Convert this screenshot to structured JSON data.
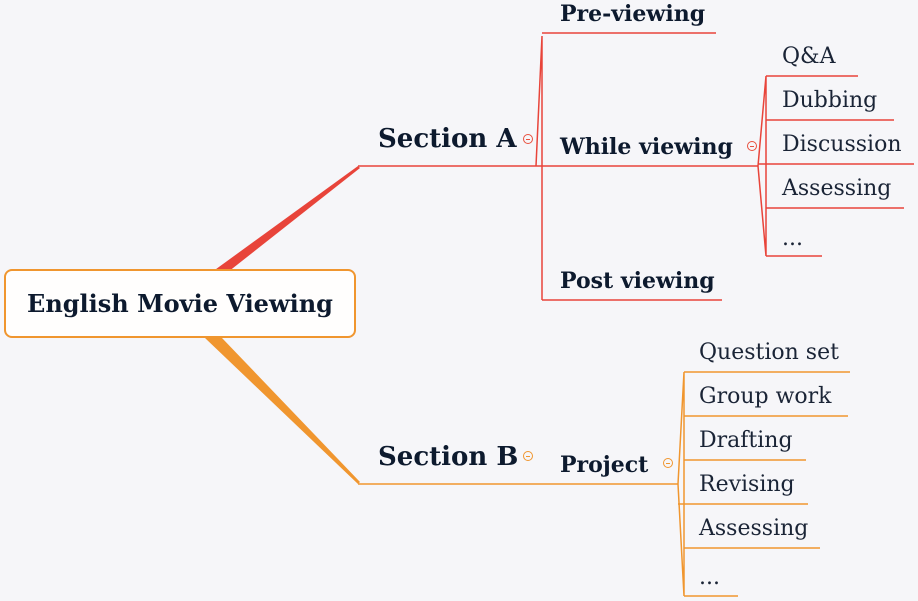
{
  "root": {
    "label": "English Movie Viewing"
  },
  "sections": [
    {
      "label": "Section A",
      "color": "#e8443a",
      "children": [
        {
          "label": "Pre-viewing",
          "children": []
        },
        {
          "label": "While viewing",
          "children": [
            "Q&A",
            "Dubbing",
            "Discussion",
            "Assessing",
            "..."
          ]
        },
        {
          "label": "Post viewing",
          "children": []
        }
      ]
    },
    {
      "label": "Section B",
      "color": "#f0962f",
      "children": [
        {
          "label": "Project",
          "children": [
            "Question set",
            "Group work",
            "Drafting",
            "Revising",
            "Assessing",
            "..."
          ]
        }
      ]
    }
  ],
  "icons": {
    "collapse": "collapse-toggle-icon"
  }
}
